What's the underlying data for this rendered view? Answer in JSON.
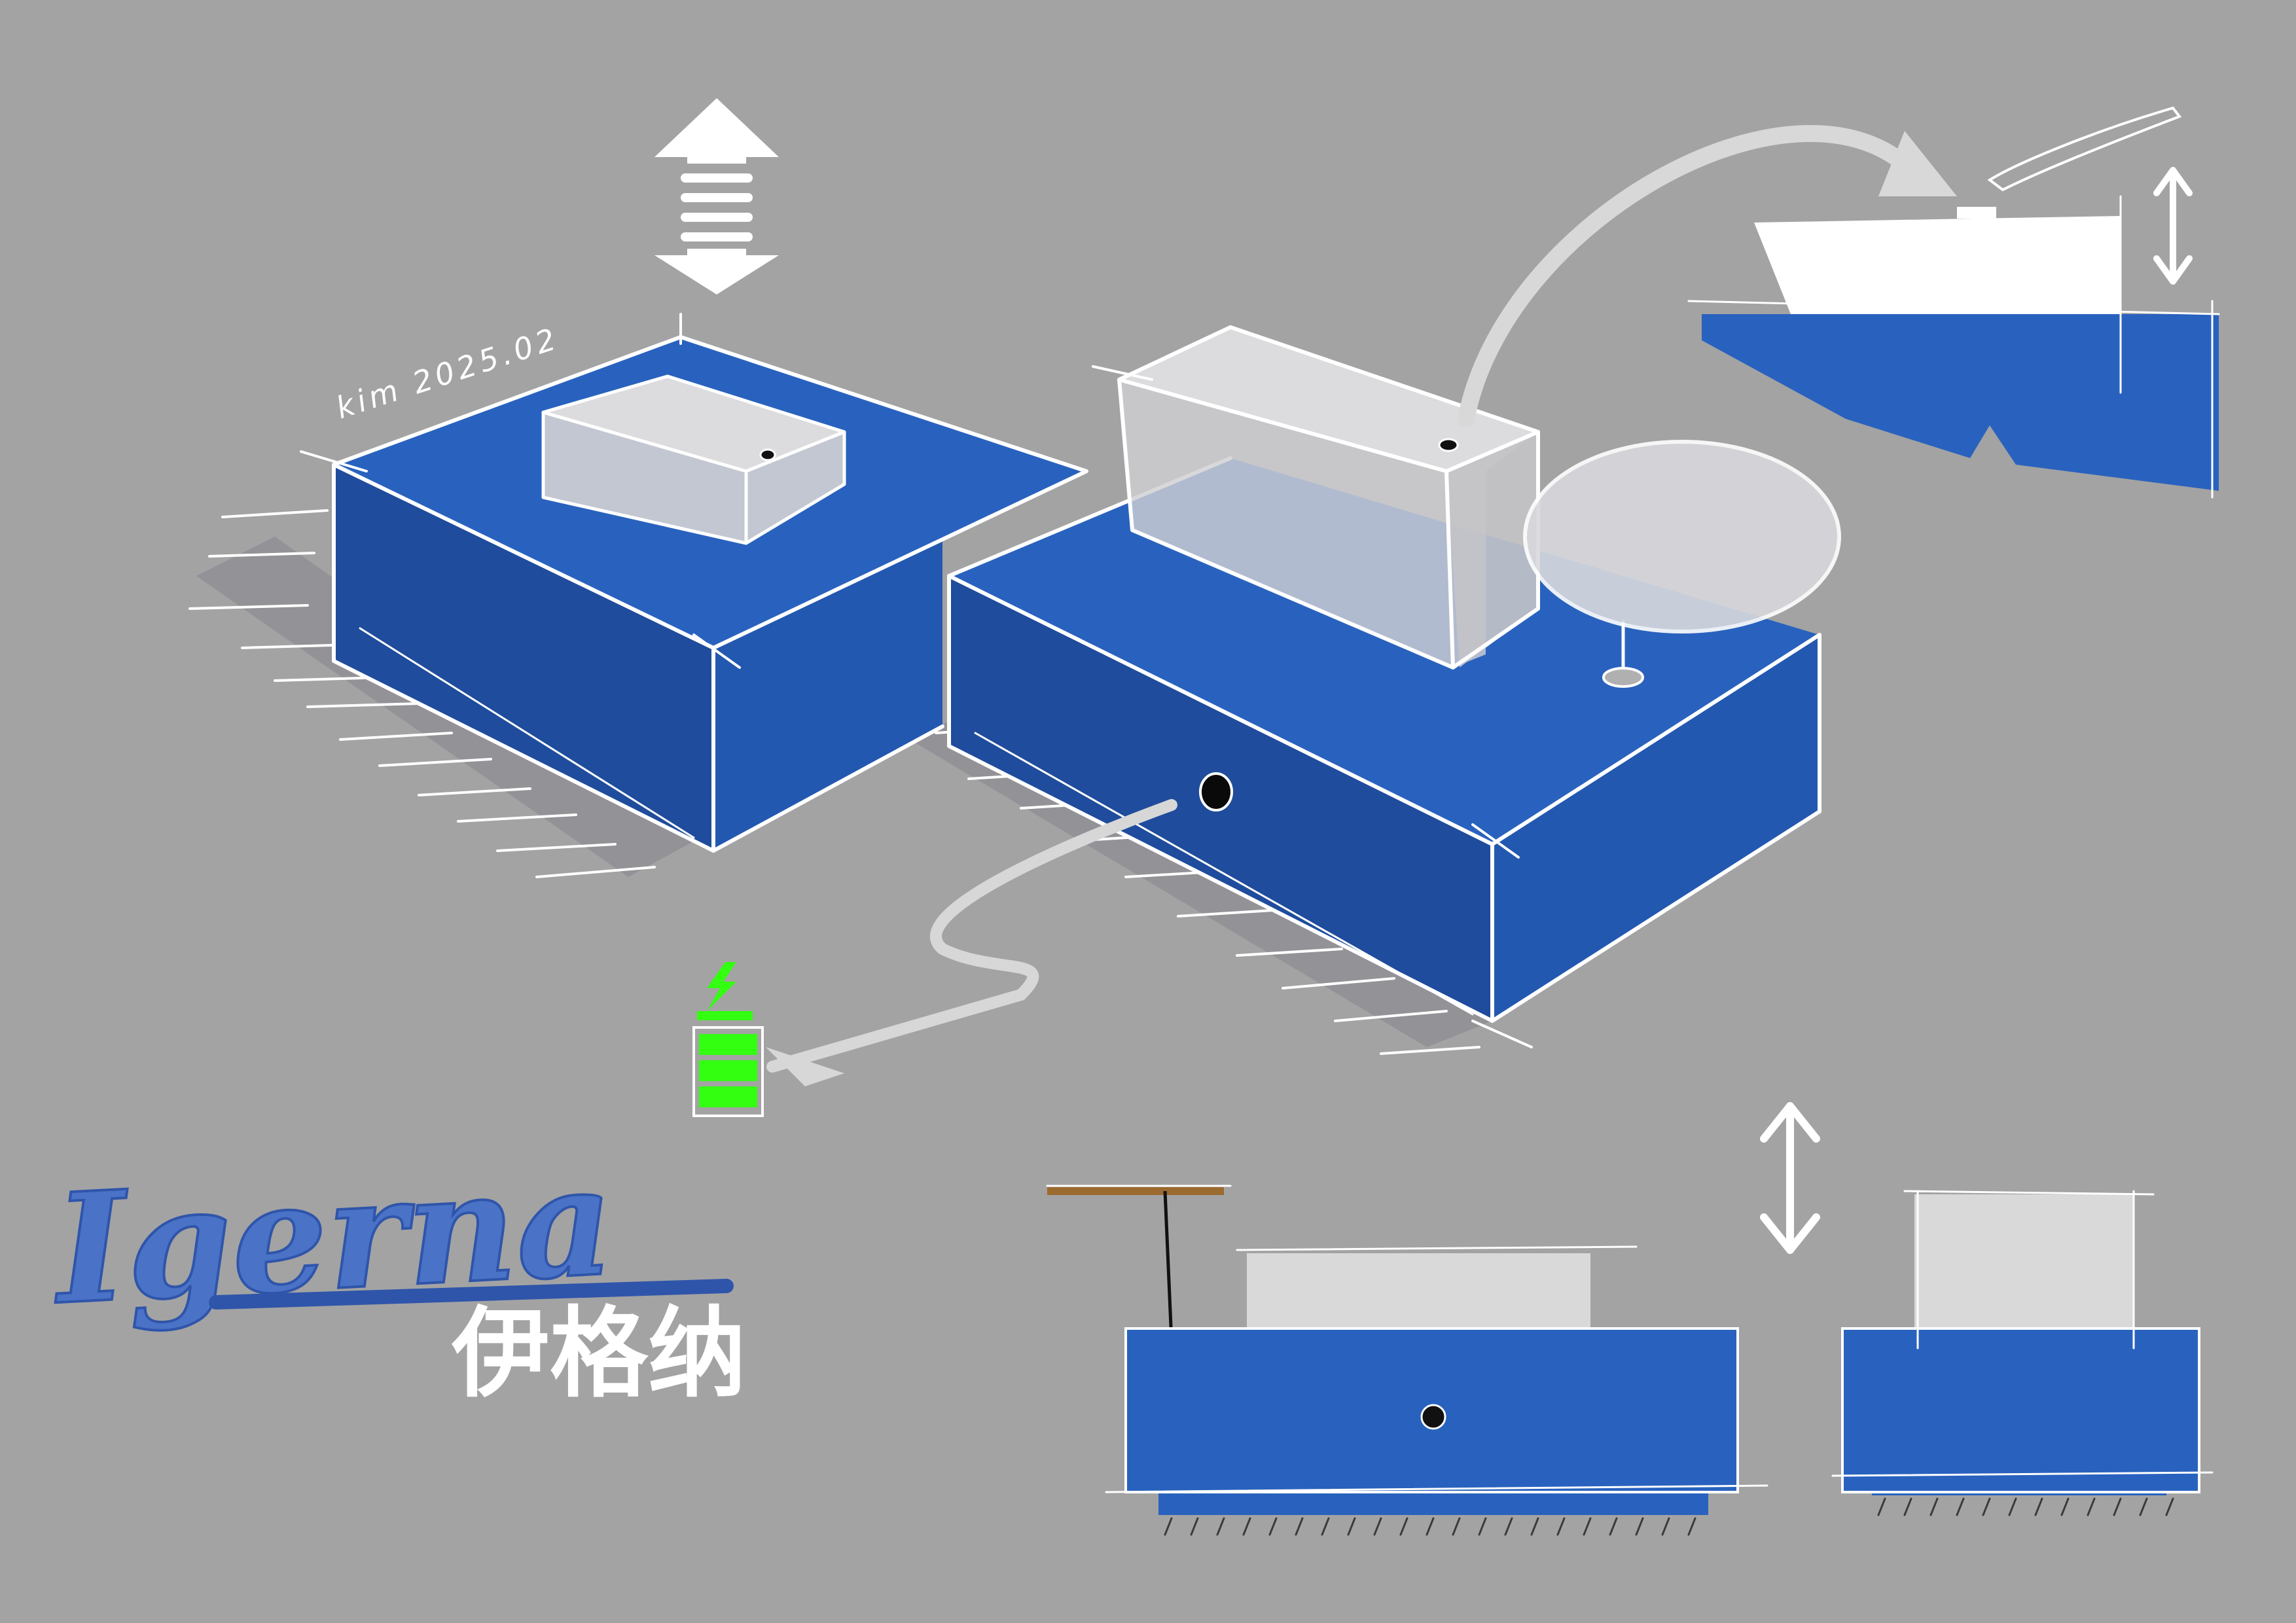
{
  "signature": "kim 2025.02",
  "brand": {
    "latin_name": "Igerna",
    "chinese_name": "伊格纳"
  },
  "colors": {
    "background": "#a3a3a3",
    "blue_top": "#2962be",
    "blue_side": "#1e4a9a",
    "blue_front": "#2358b0",
    "translucent_box": "#d9d9d9",
    "battery_green": "#33ff11",
    "brand_text": "#4a73c8"
  },
  "icons": {
    "height_adjust": "double-arrow-spring-icon",
    "battery": "battery-charging-icon",
    "finger": "finger-press-icon",
    "up_down": "up-down-arrow-icon"
  },
  "battery": {
    "level": 1.0
  }
}
